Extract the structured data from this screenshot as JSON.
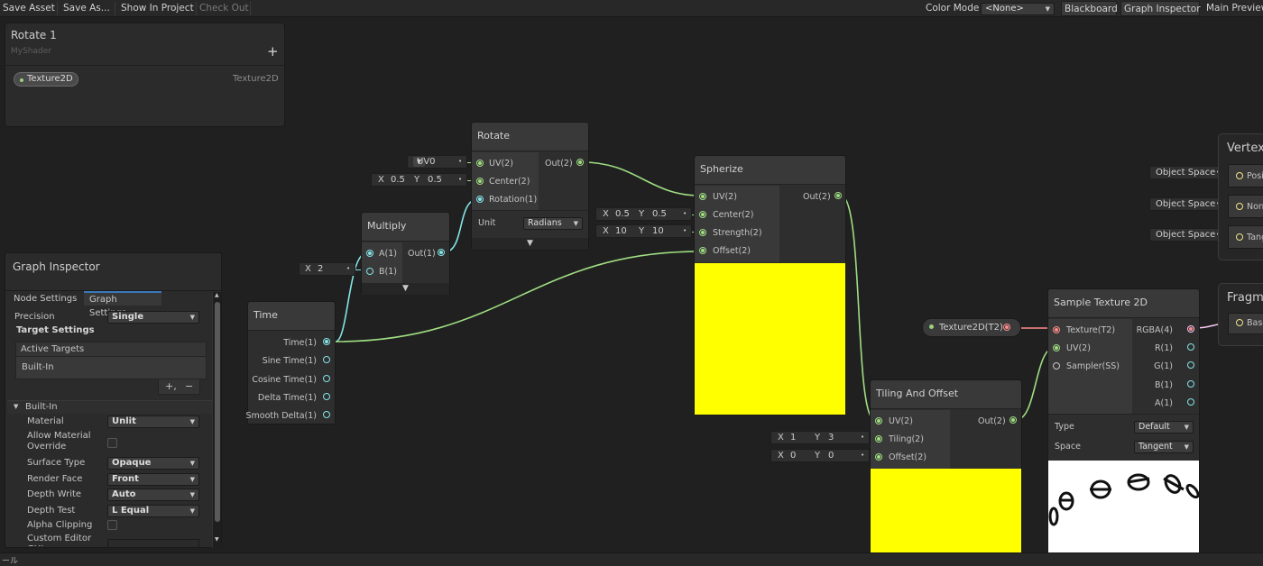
{
  "toolbar": {
    "save_asset": "Save Asset",
    "save_as": "Save As...",
    "show_in_project": "Show In Project",
    "check_out": "Check Out",
    "color_mode_label": "Color Mode",
    "color_mode_value": "<None>",
    "blackboard": "Blackboard",
    "graph_inspector": "Graph Inspector",
    "main_preview": "Main Preview"
  },
  "blackboard": {
    "title": "Rotate 1",
    "subtitle": "MyShader",
    "add_label": "+",
    "property_name": "Texture2D",
    "property_type": "Texture2D"
  },
  "inspector": {
    "title": "Graph Inspector",
    "tabs": [
      "Node Settings",
      "Graph Settings"
    ],
    "precision_label": "Precision",
    "precision_value": "Single",
    "target_settings": "Target Settings",
    "active_targets": "Active Targets",
    "target_item": "Built-In",
    "add": "+,",
    "remove": "−",
    "section": "Built-In",
    "rows": [
      {
        "label": "Material",
        "value": "Unlit"
      },
      {
        "label": "Allow Material Override",
        "value": ""
      },
      {
        "label": "Surface Type",
        "value": "Opaque"
      },
      {
        "label": "Render Face",
        "value": "Front"
      },
      {
        "label": "Depth Write",
        "value": "Auto"
      },
      {
        "label": "Depth Test",
        "value": "L Equal"
      },
      {
        "label": "Alpha Clipping",
        "value": ""
      },
      {
        "label": "Custom Editor GUI",
        "value": ""
      }
    ]
  },
  "nodes": {
    "time": {
      "title": "Time",
      "outputs": [
        "Time(1)",
        "Sine Time(1)",
        "Cosine Time(1)",
        "Delta Time(1)",
        "Smooth Delta(1)"
      ]
    },
    "multiply": {
      "title": "Multiply",
      "inputs": [
        "A(1)",
        "B(1)"
      ],
      "output": "Out(1)",
      "b_field": {
        "axis": "X",
        "value": "2"
      }
    },
    "rotate": {
      "title": "Rotate",
      "inputs": [
        "UV(2)",
        "Center(2)",
        "Rotation(1)"
      ],
      "output": "Out(2)",
      "uv_field": "UV0",
      "center_field": {
        "x": "0.5",
        "y": "0.5"
      },
      "unit_label": "Unit",
      "unit_value": "Radians"
    },
    "spherize": {
      "title": "Spherize",
      "inputs": [
        "UV(2)",
        "Center(2)",
        "Strength(2)",
        "Offset(2)"
      ],
      "output": "Out(2)",
      "center_field": {
        "x": "0.5",
        "y": "0.5"
      },
      "strength_field": {
        "x": "10",
        "y": "10"
      }
    },
    "tiling": {
      "title": "Tiling And Offset",
      "inputs": [
        "UV(2)",
        "Tiling(2)",
        "Offset(2)"
      ],
      "output": "Out(2)",
      "tiling_field": {
        "x": "1",
        "y": "3"
      },
      "offset_field": {
        "x": "0",
        "y": "0"
      }
    },
    "sample": {
      "title": "Sample Texture 2D",
      "inputs": [
        "Texture(T2)",
        "UV(2)",
        "Sampler(SS)"
      ],
      "outputs": [
        "RGBA(4)",
        "R(1)",
        "G(1)",
        "B(1)",
        "A(1)"
      ],
      "type_label": "Type",
      "type_value": "Default",
      "space_label": "Space",
      "space_value": "Tangent"
    },
    "texture_property": {
      "label": "Texture2D(T2)"
    },
    "vertex": {
      "title": "Vertex",
      "fields": [
        {
          "space": "Object Space",
          "port": "Posi"
        },
        {
          "space": "Object Space",
          "port": "Norr"
        },
        {
          "space": "Object Space",
          "port": "Tang"
        }
      ]
    },
    "fragment": {
      "title": "Fragm",
      "port": "Base"
    }
  },
  "axis_x": "X",
  "axis_y": "Y",
  "status_bar": "ール",
  "colors": {
    "float_port": "#84e4e7",
    "vector2_port": "#9fde82",
    "texture_port": "#ff8b8b",
    "vector4_port": "#fbcbf4",
    "preview_yellow": "#ffff00",
    "canvas": "#202020"
  }
}
